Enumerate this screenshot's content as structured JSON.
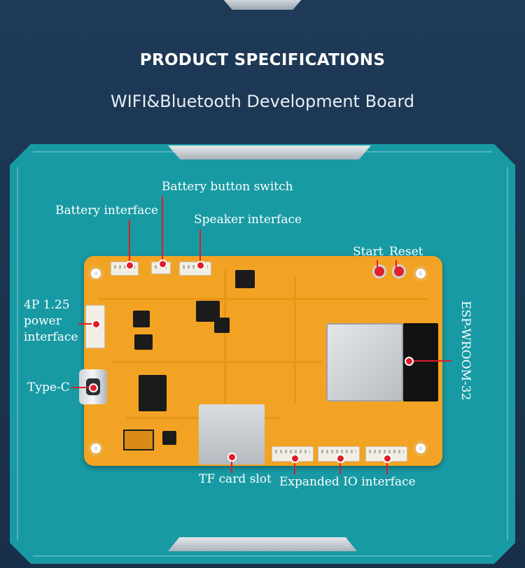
{
  "header": {
    "title": "PRODUCT SPECIFICATIONS",
    "subtitle": "WIFI&Bluetooth Development Board"
  },
  "labels": {
    "battery_button_switch": "Battery button switch",
    "battery_interface": "Battery interface",
    "speaker_interface": "Speaker interface",
    "start": "Start",
    "reset": "Reset",
    "power_interface_line1": "4P 1.25",
    "power_interface_line2": "power",
    "power_interface_line3": "interface",
    "type_c": "Type-C",
    "module": "ESP-WROOM-32",
    "tf_card_slot": "TF card slot",
    "expanded_io": "Expanded IO interface"
  },
  "colors": {
    "background": "#1e3a57",
    "panel": "#189aa4",
    "board": "#f3a323",
    "pointer": "#e11b2b"
  }
}
